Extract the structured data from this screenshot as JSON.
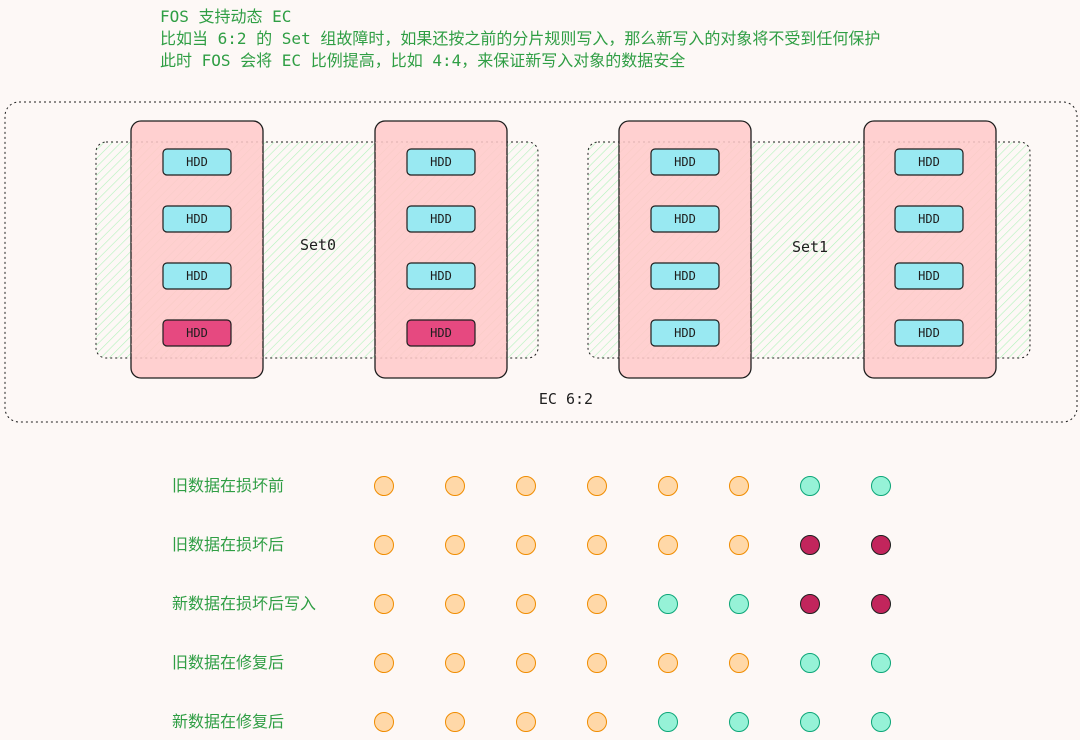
{
  "header": {
    "lines": [
      "FOS 支持动态 EC",
      "比如当 6:2 的 Set 组故障时，如果还按之前的分片规则写入，那么新写入的对象将不受到任何保护",
      "此时 FOS 会将 EC 比例提高，比如 4:4，来保证新写入对象的数据安全"
    ]
  },
  "cluster": {
    "label": "EC 6:2",
    "sets": [
      {
        "name": "Set0",
        "nodes": [
          {
            "disks": [
              {
                "label": "HDD",
                "state": "ok"
              },
              {
                "label": "HDD",
                "state": "ok"
              },
              {
                "label": "HDD",
                "state": "ok"
              },
              {
                "label": "HDD",
                "state": "failed"
              }
            ]
          },
          {
            "disks": [
              {
                "label": "HDD",
                "state": "ok"
              },
              {
                "label": "HDD",
                "state": "ok"
              },
              {
                "label": "HDD",
                "state": "ok"
              },
              {
                "label": "HDD",
                "state": "failed"
              }
            ]
          }
        ]
      },
      {
        "name": "Set1",
        "nodes": [
          {
            "disks": [
              {
                "label": "HDD",
                "state": "ok"
              },
              {
                "label": "HDD",
                "state": "ok"
              },
              {
                "label": "HDD",
                "state": "ok"
              },
              {
                "label": "HDD",
                "state": "ok"
              }
            ]
          },
          {
            "disks": [
              {
                "label": "HDD",
                "state": "ok"
              },
              {
                "label": "HDD",
                "state": "ok"
              },
              {
                "label": "HDD",
                "state": "ok"
              },
              {
                "label": "HDD",
                "state": "ok"
              }
            ]
          }
        ]
      }
    ]
  },
  "legend_colors": {
    "data": "#ffd8a8",
    "parity": "#96f2d7",
    "lost": "#c2255c",
    "hdd_ok": "#99e9f2",
    "hdd_failed": "#e64980"
  },
  "rows": [
    {
      "label": "旧数据在损坏前",
      "cells": [
        "data",
        "data",
        "data",
        "data",
        "data",
        "data",
        "parity",
        "parity"
      ]
    },
    {
      "label": "旧数据在损坏后",
      "cells": [
        "data",
        "data",
        "data",
        "data",
        "data",
        "data",
        "lost",
        "lost"
      ]
    },
    {
      "label": "新数据在损坏后写入",
      "cells": [
        "data",
        "data",
        "data",
        "data",
        "parity",
        "parity",
        "lost",
        "lost"
      ]
    },
    {
      "label": "旧数据在修复后",
      "cells": [
        "data",
        "data",
        "data",
        "data",
        "data",
        "data",
        "parity",
        "parity"
      ]
    },
    {
      "label": "新数据在修复后",
      "cells": [
        "data",
        "data",
        "data",
        "data",
        "parity",
        "parity",
        "parity",
        "parity"
      ]
    }
  ]
}
